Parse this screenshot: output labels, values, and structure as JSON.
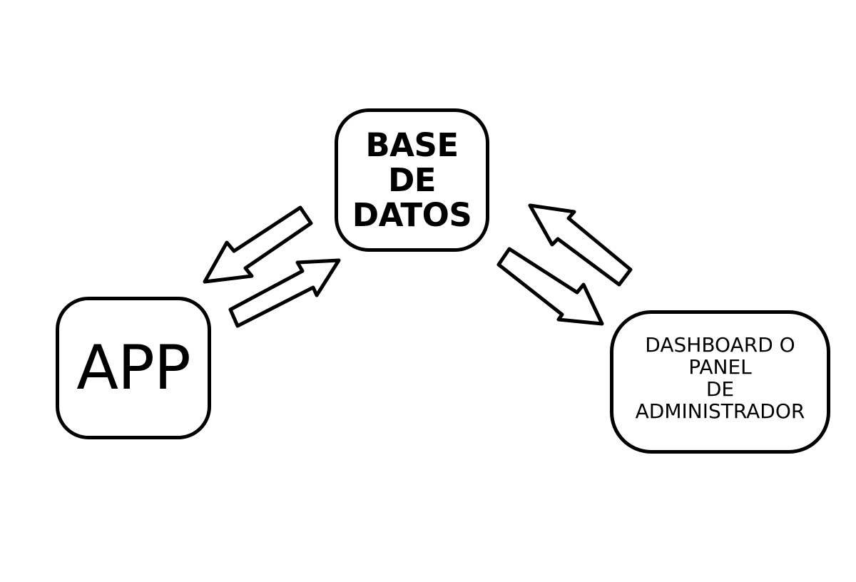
{
  "nodes": {
    "database": {
      "label": "BASE\nDE\nDATOS"
    },
    "app": {
      "label": "APP"
    },
    "dashboard": {
      "label": "DASHBOARD O\nPANEL\nDE\nADMINISTRADOR"
    }
  },
  "connections": [
    {
      "from": "database",
      "to": "app",
      "arrow": "block"
    },
    {
      "from": "app",
      "to": "database",
      "arrow": "block"
    },
    {
      "from": "dashboard",
      "to": "database",
      "arrow": "block"
    },
    {
      "from": "database",
      "to": "dashboard",
      "arrow": "block"
    }
  ],
  "colors": {
    "stroke": "#000000",
    "fill": "#ffffff"
  }
}
